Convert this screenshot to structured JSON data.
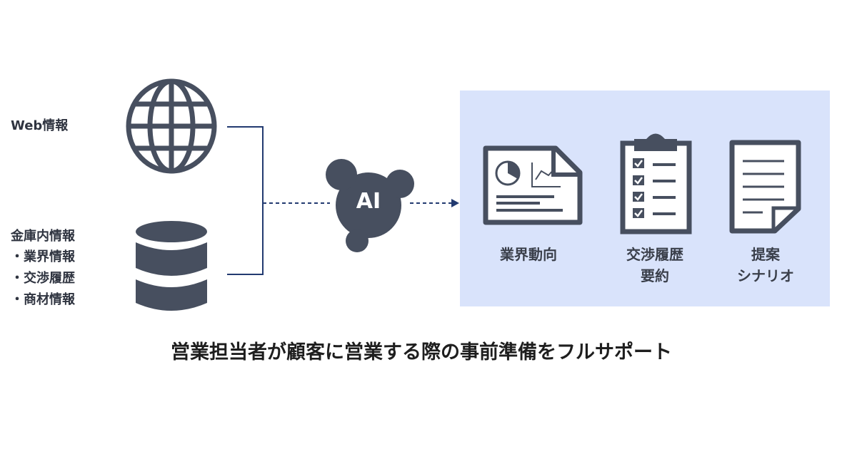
{
  "colors": {
    "icon": "#474f5f",
    "line": "#223a70",
    "panel": "#d9e3fb"
  },
  "sources": {
    "web": "Web情報",
    "internal": "金庫内情報",
    "internal_items": [
      "・業界情報",
      "・交渉履歴",
      "・商材情報"
    ]
  },
  "ai": {
    "label": "AI"
  },
  "outputs": [
    {
      "lines": [
        "業界動向"
      ]
    },
    {
      "lines": [
        "交渉履歴",
        "要約"
      ]
    },
    {
      "lines": [
        "提案",
        "シナリオ"
      ]
    }
  ],
  "caption": "営業担当者が顧客に営業する際の事前準備をフルサポート"
}
